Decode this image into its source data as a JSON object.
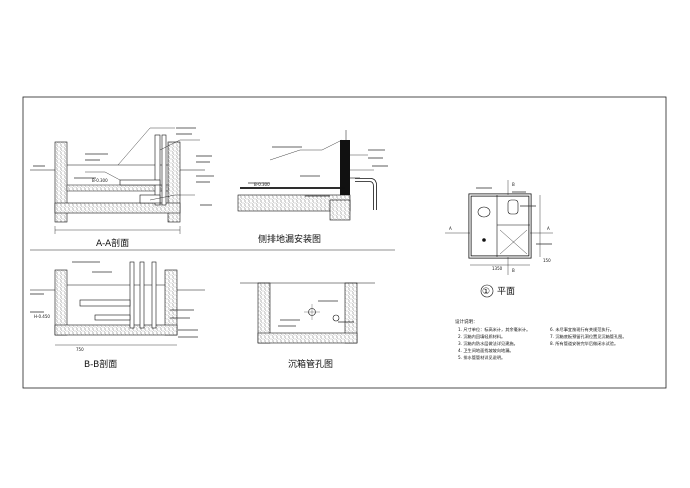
{
  "titles": {
    "aa": "A-A剖面",
    "side_drain": "侧排地漏安装图",
    "bb": "B-B剖面",
    "sink_hole": "沉箱管孔图",
    "plan_label": "平面",
    "plan_number": "①"
  },
  "labels": {
    "a": "A",
    "b": "B",
    "b2": "B",
    "dim_1350": "1350",
    "dim_150": "150",
    "dim_750": "750",
    "elev_0300": "B-0.300",
    "elev_0450": "H-0.450"
  },
  "notes": {
    "header": "设计说明：",
    "items": [
      "1. 尺寸单位：标高米计，其余毫米计。",
      "2. 沉箱内回填轻质材料。",
      "3. 沉箱内防水层做法详见建施。",
      "4. 卫生间地面找坡坡向地漏。",
      "5. 排水管管材详见说明。",
      "6. 未尽事宜按现行有关规范执行。",
      "7. 沉箱底板预留孔洞位置见沉箱管孔图。",
      "8. 所有管道安装完毕后做闭水试验。"
    ]
  }
}
